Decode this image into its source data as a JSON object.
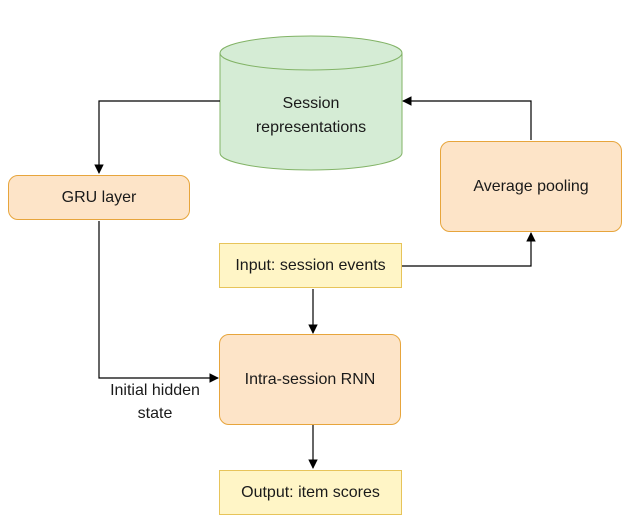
{
  "diagram": {
    "nodes": {
      "session_db": "Session\nrepresentations",
      "gru_layer": "GRU layer",
      "average_pooling": "Average pooling",
      "input_events": "Input: session events",
      "intra_session_rnn": "Intra-session RNN",
      "output_scores": "Output: item scores"
    },
    "edge_labels": {
      "initial_hidden_state": "Initial hidden\nstate"
    },
    "colors": {
      "database_fill": "#d5ecd5",
      "database_stroke": "#82b366",
      "process_fill": "#fde4c8",
      "process_stroke": "#e7a53c",
      "io_fill": "#fff5c6",
      "io_stroke": "#e7c45a",
      "arrow": "#000000"
    }
  }
}
